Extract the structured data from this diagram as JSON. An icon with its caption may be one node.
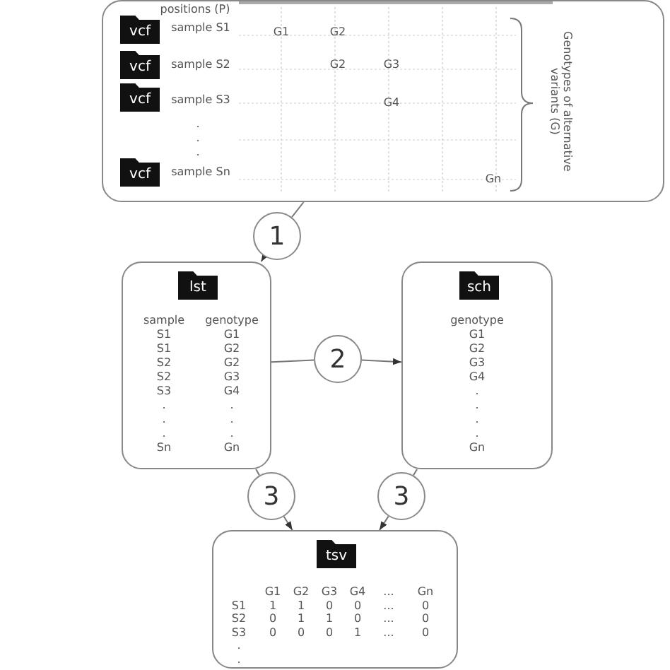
{
  "diagram": {
    "nodes": [
      {
        "text": [
          "positions (P)",
          "sample S1",
          "G1",
          "G2",
          "sample S2",
          "G2",
          "G3",
          "sample S3",
          "G4",
          ".",
          ".",
          ".",
          "sample Sn",
          "Gn",
          "Genotypes of alternative variants (G)"
        ]
      },
      {
        "text": [
          "vcf"
        ],
        "in": 0
      },
      {
        "text": [
          "vcf"
        ],
        "in": 0
      },
      {
        "text": [
          "vcf"
        ],
        "in": 0
      },
      {
        "text": [
          "vcf"
        ],
        "in": 0
      },
      {
        "text": [
          "1"
        ]
      },
      {
        "text": [
          "sample",
          "genotype",
          "S1",
          "G1",
          "S1",
          "G2",
          "S2",
          "G2",
          "S2",
          "G3",
          "S3",
          "G4",
          ".",
          ".",
          ".",
          ".",
          ".",
          ".",
          "Sn",
          "Gn"
        ]
      },
      {
        "text": [
          "lst"
        ],
        "in": 6
      },
      {
        "text": [
          "2"
        ]
      },
      {
        "text": [
          "genotype",
          "G1",
          "G2",
          "G3",
          "G4",
          ".",
          ".",
          ".",
          ".",
          "Gn"
        ]
      },
      {
        "text": [
          "sch"
        ],
        "in": 9
      },
      {
        "text": [
          "3"
        ]
      },
      {
        "text": [
          "3"
        ]
      },
      {
        "text": [
          "G1",
          "G2",
          "G3",
          "G4",
          "...",
          "Gn",
          "S1",
          "1",
          "1",
          "0",
          "0",
          "...",
          "0",
          "S2",
          "0",
          "1",
          "1",
          "0",
          "...",
          "0",
          "S3",
          "0",
          "0",
          "0",
          "1",
          "...",
          "0",
          ".",
          "."
        ]
      },
      {
        "text": [
          "tsv"
        ],
        "in": 13
      }
    ],
    "edges": [
      {
        "from": 0,
        "to": 5,
        "arrow": "none"
      },
      {
        "from": 5,
        "to": 6,
        "arrow": "to"
      },
      {
        "from": 6,
        "to": 8,
        "arrow": "none"
      },
      {
        "from": 8,
        "to": 9,
        "arrow": "to"
      },
      {
        "from": 6,
        "to": 11,
        "arrow": "none"
      },
      {
        "from": 11,
        "to": 13,
        "arrow": "to"
      },
      {
        "from": 9,
        "to": 12,
        "arrow": "none"
      },
      {
        "from": 12,
        "to": 13,
        "arrow": "to"
      }
    ]
  }
}
